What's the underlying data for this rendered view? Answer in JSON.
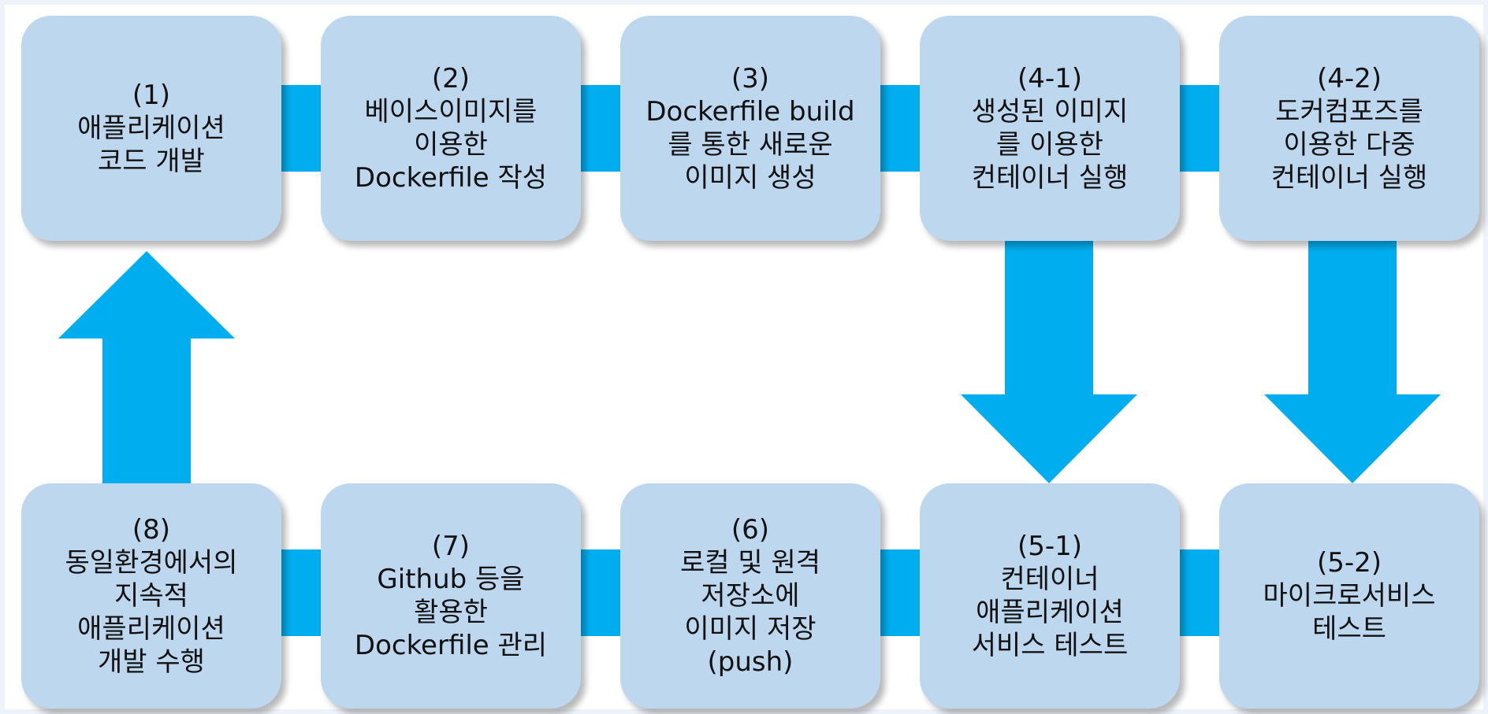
{
  "colors": {
    "node_fill": "#bdd7ee",
    "connector": "#00aeef",
    "text": "#111111"
  },
  "nodes": [
    {
      "id": "n1",
      "lines": [
        "(1)",
        "애플리케이션",
        "코드 개발"
      ]
    },
    {
      "id": "n2",
      "lines": [
        "(2)",
        "베이스이미지를",
        "이용한",
        "Dockerfile 작성"
      ]
    },
    {
      "id": "n3",
      "lines": [
        "(3)",
        "Dockerfile build",
        "를 통한 새로운",
        "이미지 생성"
      ]
    },
    {
      "id": "n41",
      "lines": [
        "(4-1)",
        "생성된 이미지",
        "를 이용한",
        "컨테이너 실행"
      ]
    },
    {
      "id": "n42",
      "lines": [
        "(4-2)",
        "도커컴포즈를",
        "이용한 다중",
        "컨테이너 실행"
      ]
    },
    {
      "id": "n8",
      "lines": [
        "(8)",
        "동일환경에서의",
        "지속적",
        "애플리케이션",
        "개발 수행"
      ]
    },
    {
      "id": "n7",
      "lines": [
        "(7)",
        "Github 등을",
        "활용한",
        "Dockerfile 관리"
      ]
    },
    {
      "id": "n6",
      "lines": [
        "(6)",
        "로컬 및 원격",
        "저장소에",
        "이미지 저장",
        "(push)"
      ]
    },
    {
      "id": "n51",
      "lines": [
        "(5-1)",
        "컨테이너",
        "애플리케이션",
        "서비스 테스트"
      ]
    },
    {
      "id": "n52",
      "lines": [
        "(5-2)",
        "마이크로서비스",
        "테스트"
      ]
    }
  ]
}
